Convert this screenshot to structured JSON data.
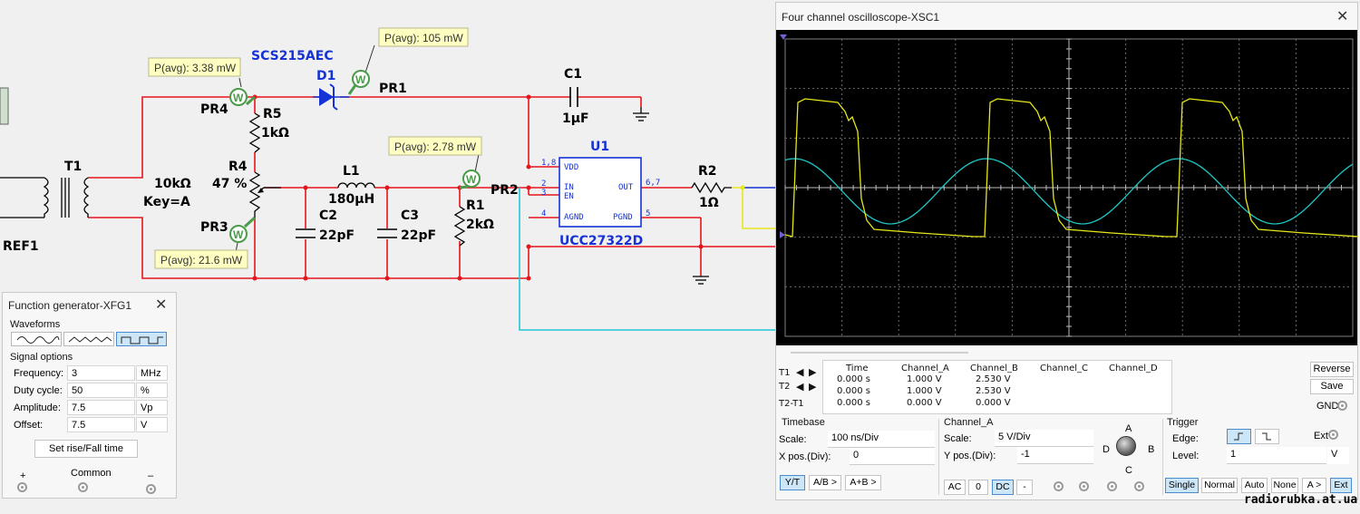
{
  "schematic": {
    "components": {
      "t1": "T1",
      "ref1": "REF1",
      "r4_value": "10kΩ",
      "r4_key": "Key=A",
      "r4_name": "R4",
      "r4_pct": "47 %",
      "r5_name": "R5",
      "r5_value": "1kΩ",
      "d1_model": "SCS215AEC",
      "d1_name": "D1",
      "pr1": "PR1",
      "pr2": "PR2",
      "pr3": "PR3",
      "pr4": "PR4",
      "c1_name": "C1",
      "c1_value": "1µF",
      "l1_name": "L1",
      "l1_value": "180µH",
      "c2_name": "C2",
      "c2_value": "22pF",
      "c3_name": "C3",
      "c3_value": "22pF",
      "r1_name": "R1",
      "r1_value": "2kΩ",
      "u1_name": "U1",
      "u1_model": "UCC27322D",
      "r2_name": "R2",
      "r2_value": "1Ω"
    },
    "u1_pins": {
      "vdd_num": "1,8",
      "vdd": "VDD",
      "in_num": "2",
      "in": "IN",
      "en_num": "3",
      "en": "EN",
      "agnd_num": "4",
      "agnd": "AGND",
      "out_num": "6,7",
      "out": "OUT",
      "pgnd_num": "5",
      "pgnd": "PGND"
    },
    "probes": {
      "pr4": "P(avg): 3.38 mW",
      "pr1": "P(avg): 105 mW",
      "pr2": "P(avg): 2.78 mW",
      "pr3": "P(avg): 21.6 mW"
    },
    "probe_glyph": "W"
  },
  "function_generator": {
    "title": "Function generator-XFG1",
    "waveforms_label": "Waveforms",
    "signal_options_label": "Signal options",
    "rows": [
      {
        "label": "Frequency:",
        "value": "3",
        "unit": "MHz"
      },
      {
        "label": "Duty cycle:",
        "value": "50",
        "unit": "%"
      },
      {
        "label": "Amplitude:",
        "value": "7.5",
        "unit": "Vp"
      },
      {
        "label": "Offset:",
        "value": "7.5",
        "unit": "V"
      }
    ],
    "rise_fall_button": "Set rise/Fall time",
    "terminal_plus": "+",
    "terminal_common": "Common",
    "terminal_minus": "–"
  },
  "oscilloscope": {
    "title": "Four channel oscilloscope-XSC1",
    "close": "✕",
    "readout": {
      "headers": [
        "Time",
        "Channel_A",
        "Channel_B",
        "Channel_C",
        "Channel_D"
      ],
      "rows": [
        {
          "label": "T1",
          "time": "0.000 s",
          "a": "1.000 V",
          "b": "2.530 V"
        },
        {
          "label": "T2",
          "time": "0.000 s",
          "a": "1.000 V",
          "b": "2.530 V"
        },
        {
          "label": "T2-T1",
          "time": "0.000 s",
          "a": "0.000 V",
          "b": "0.000 V"
        }
      ]
    },
    "reverse_button": "Reverse",
    "save_button": "Save",
    "gnd_label": "GND",
    "timebase": {
      "header": "Timebase",
      "scale_label": "Scale:",
      "scale_value": "100 ns/Div",
      "xpos_label": "X pos.(Div):",
      "xpos_value": "0",
      "modes": [
        "Y/T",
        "A/B >",
        "A+B >"
      ]
    },
    "channel": {
      "header": "Channel_A",
      "scale_label": "Scale:",
      "scale_value": "5  V/Div",
      "ypos_label": "Y pos.(Div):",
      "ypos_value": "-1",
      "coupling": [
        "AC",
        "0",
        "DC",
        "-"
      ],
      "knob_labels": {
        "a": "A",
        "b": "B",
        "c": "C",
        "d": "D"
      }
    },
    "trigger": {
      "header": "Trigger",
      "edge_label": "Edge:",
      "level_label": "Level:",
      "level_value": "1",
      "level_unit": "V",
      "ext_label": "Ext",
      "modes": [
        "Single",
        "Normal",
        "Auto",
        "None",
        "A >",
        "Ext"
      ]
    },
    "traces": {
      "channel_a_color": "#e6e619",
      "channel_b_color": "#1fc6c6"
    }
  },
  "watermark": "radiorubka.at.ua",
  "colors": {
    "wire_red": "#e8141c",
    "wire_cyan": "#22c7d6",
    "wire_yellow": "#e9e61a",
    "component_blue": "#1532d6",
    "probe_green": "#4a9b4a",
    "probe_label_bg": "#ffffc2"
  }
}
